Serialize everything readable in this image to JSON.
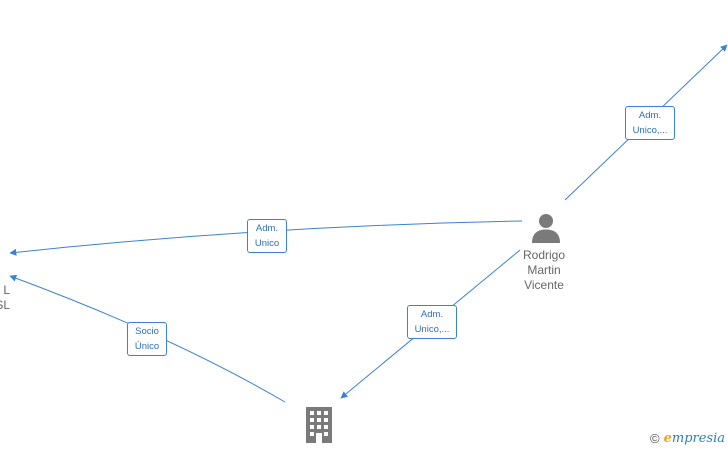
{
  "nodes": {
    "person": {
      "name_lines": [
        "Rodrigo",
        "Martin",
        "Vicente"
      ],
      "icon": "person-icon"
    },
    "company_bottom": {
      "icon": "building-icon"
    },
    "company_left_partial": {
      "label_lines": [
        "L",
        "SL"
      ]
    }
  },
  "edges": [
    {
      "id": "person-to-left",
      "label_lines": [
        "Adm.",
        "Unico"
      ]
    },
    {
      "id": "person-to-topright",
      "label_lines": [
        "Adm.",
        "Unico,..."
      ]
    },
    {
      "id": "person-to-building",
      "label_lines": [
        "Adm.",
        "Unico,..."
      ]
    },
    {
      "id": "building-to-left",
      "label_lines": [
        "Socio",
        "Único"
      ]
    }
  ],
  "colors": {
    "edge": "#3b82d6",
    "node_icon": "#7a7a7a",
    "label_text": "#2e6fc0"
  },
  "brand": {
    "copyright_symbol": "©",
    "name_initial": "e",
    "name_rest": "mpresia"
  }
}
